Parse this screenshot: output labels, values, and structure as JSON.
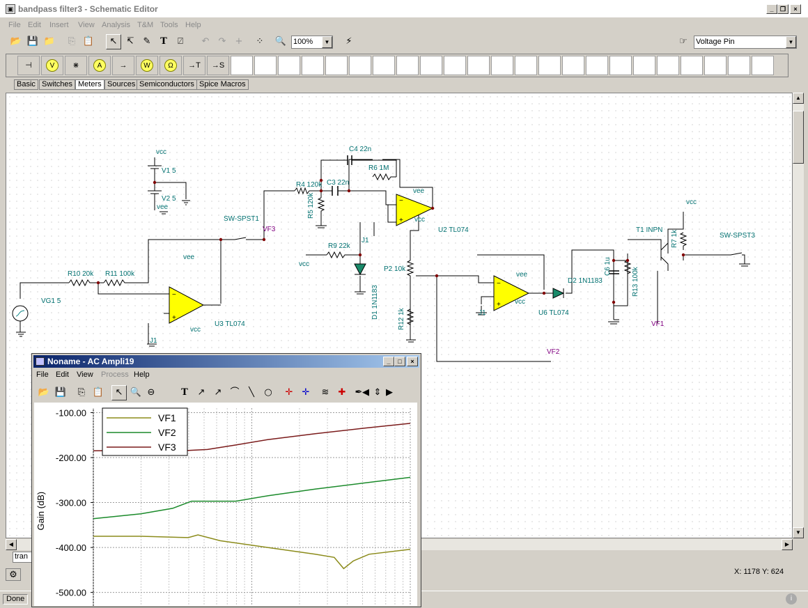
{
  "window": {
    "title": "bandpass filter3 - Schematic Editor"
  },
  "menu": [
    "File",
    "Edit",
    "Insert",
    "View",
    "Analysis",
    "T&M",
    "Tools",
    "Help"
  ],
  "toolbar": {
    "zoom": "100%",
    "pin_type": "Voltage Pin"
  },
  "component_bar": {
    "labels": [
      "→T",
      "→S"
    ]
  },
  "tabs": [
    "Basic",
    "Switches",
    "Meters",
    "Sources",
    "Semiconductors",
    "Spice Macros"
  ],
  "schematic": {
    "labels": {
      "vcc_top": "vcc",
      "v1": "V1 5",
      "v2": "V2 5",
      "vee_left": "vee",
      "sw1": "SW-SPST1",
      "vf3": "VF3",
      "r4": "R4 120k",
      "r5": "R5 120k",
      "c4": "C4 22n",
      "c3": "C3 22n",
      "r6": "R6 1M",
      "vee_u2": "vee",
      "vcc_u2": "vcc",
      "u2": "U2 TL074",
      "j1_mid": "J1",
      "r9": "R9 22k",
      "vcc_r9": "vcc",
      "d1": "D1 1N1183",
      "p2": "P2 10k",
      "r12": "R12 1k",
      "r10": "R10 20k",
      "r11": "R11 100k",
      "vee_u3": "vee",
      "vcc_u3": "vcc",
      "u3": "U3 TL074",
      "vg1": "VG1 5",
      "j1_bottom": "J1",
      "vee_u6": "vee",
      "vcc_u6": "vcc",
      "u6": "U6 TL074",
      "j1_u6": "J1",
      "d2": "D2 1N1183",
      "c6": "C6 1u",
      "r13": "R13 100k",
      "t1": "T1 INPN",
      "r7": "R7 1k",
      "vcc_r7": "vcc",
      "sw3": "SW-SPST3",
      "vf1": "VF1",
      "vf2": "VF2"
    }
  },
  "bottom": {
    "tab_partial": "tran",
    "coords": "X: 1178  Y: 624",
    "status": "Done"
  },
  "chart_window": {
    "title": "Noname - AC Ampli19",
    "menu": [
      "File",
      "Edit",
      "View",
      "Process",
      "Help"
    ]
  },
  "colors": {
    "vf1": "#8b8b1a",
    "vf2": "#1a8a2a",
    "vf3": "#7a1a1a",
    "opamp": "#ffff00",
    "wire": "#000000",
    "label": "#007070"
  },
  "chart_data": {
    "type": "line",
    "ylabel": "Gain (dB)",
    "xlabel": "",
    "ytick_labels": [
      "-100.00",
      "-200.00",
      "-300.00",
      "-400.00",
      "-500.00"
    ],
    "ylim": [
      -530,
      -90
    ],
    "xlim": [
      0,
      1
    ],
    "legend": "top-left",
    "grid": true,
    "series": [
      {
        "name": "VF1",
        "x": [
          0,
          0.15,
          0.3,
          0.33,
          0.4,
          0.55,
          0.7,
          0.76,
          0.79,
          0.82,
          0.87,
          1.0
        ],
        "values": [
          -375,
          -375,
          -378,
          -372,
          -385,
          -400,
          -415,
          -422,
          -447,
          -430,
          -415,
          -404
        ]
      },
      {
        "name": "VF2",
        "x": [
          0,
          0.15,
          0.25,
          0.31,
          0.33,
          0.45,
          0.55,
          0.7,
          0.85,
          1.0
        ],
        "values": [
          -336,
          -325,
          -313,
          -297,
          -297,
          -297,
          -285,
          -270,
          -257,
          -244
        ]
      },
      {
        "name": "VF3",
        "x": [
          0,
          0.15,
          0.3,
          0.36,
          0.45,
          0.55,
          0.7,
          0.85,
          1.0
        ],
        "values": [
          -185,
          -184,
          -184,
          -182,
          -172,
          -160,
          -147,
          -135,
          -124
        ]
      }
    ]
  }
}
